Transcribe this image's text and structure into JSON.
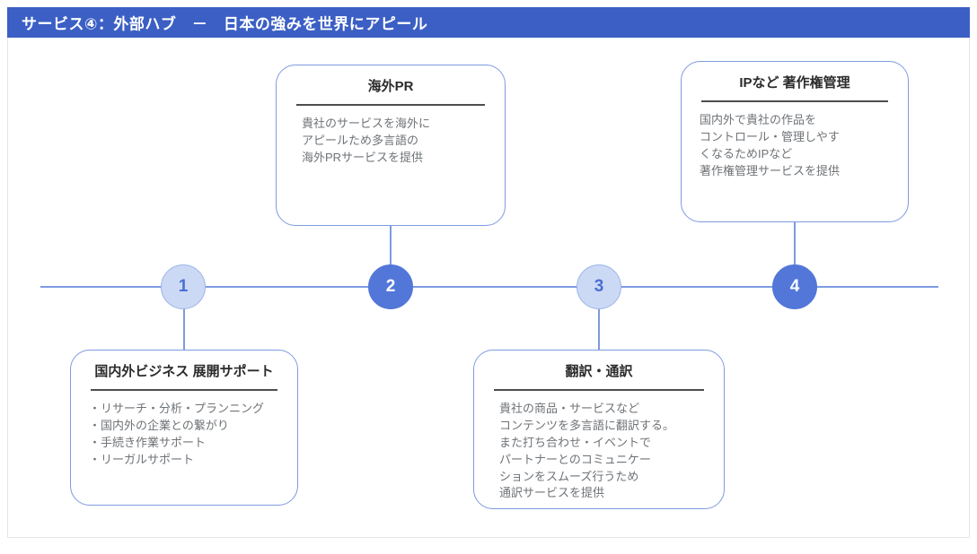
{
  "header": {
    "title": "サービス④：外部ハブ　－　日本の強みを世界にアピール",
    "bar_color": "#3b5fc4",
    "text_color": "#ffffff"
  },
  "timeline": {
    "line_color": "#7d9ae0",
    "nodes": [
      {
        "number": "1",
        "style": "light",
        "fill": "#ccd9f5",
        "text_color": "#4a6fd0"
      },
      {
        "number": "2",
        "style": "solid",
        "fill": "#5277d8",
        "text_color": "#ffffff"
      },
      {
        "number": "3",
        "style": "light",
        "fill": "#ccd9f5",
        "text_color": "#4a6fd0"
      },
      {
        "number": "4",
        "style": "solid",
        "fill": "#5277d8",
        "text_color": "#ffffff"
      }
    ]
  },
  "cards": [
    {
      "id": "card-1",
      "node": "1",
      "position": "below",
      "title": "国内外ビジネス\n展開サポート",
      "body": "・リサーチ・分析・プランニング\n・国内外の企業との繋がり\n・手続き作業サポート\n・リーガルサポート"
    },
    {
      "id": "card-2",
      "node": "2",
      "position": "above",
      "title": "海外PR",
      "body": "貴社のサービスを海外に\nアピールため多言語の\n海外PRサービスを提供"
    },
    {
      "id": "card-3",
      "node": "3",
      "position": "below",
      "title": "翻訳・通訳",
      "body": "貴社の商品・サービスなど\nコンテンツを多言語に翻訳する。\nまた打ち合わせ・イベントで\nパートナーとのコミュニケー\nションをスムーズ行うため\n通訳サービスを提供"
    },
    {
      "id": "card-4",
      "node": "4",
      "position": "above",
      "title": "IPなど\n著作権管理",
      "body": "国内外で貴社の作品を\nコントロール・管理しやす\nくなるためIPなど\n著作権管理サービスを提供"
    }
  ],
  "colors": {
    "accent_blue": "#3b5fc4",
    "node_solid": "#5277d8",
    "node_light": "#ccd9f5",
    "card_border": "#7d9ae0",
    "title_text": "#2b2b2b",
    "body_text": "#6f7377",
    "rule": "#4d4d4d"
  }
}
